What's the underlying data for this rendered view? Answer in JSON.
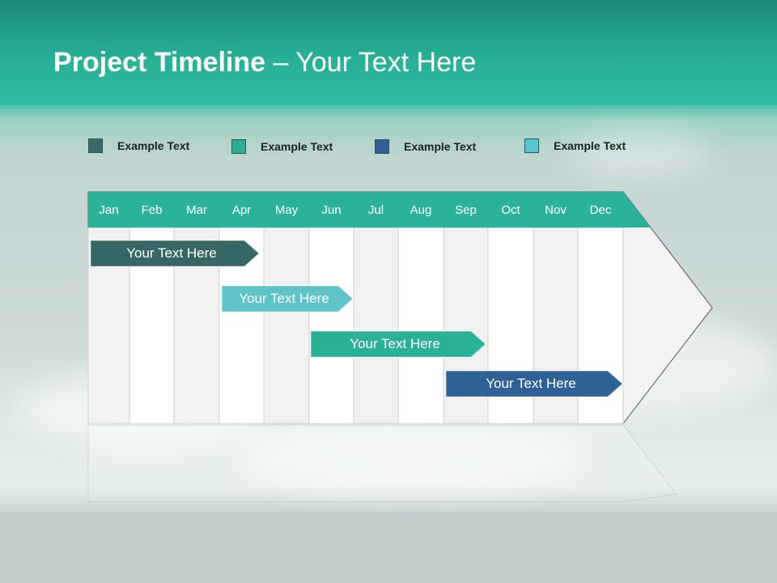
{
  "slide": {
    "title_bold": "Project Timeline",
    "title_rest": " – Your Text Here"
  },
  "legend": [
    {
      "label": "Example Text",
      "color": "#3a6b68"
    },
    {
      "label": "Example Text",
      "color": "#2aae97"
    },
    {
      "label": "Example Text",
      "color": "#2f5f97"
    },
    {
      "label": "Example Text",
      "color": "#58c4cc"
    }
  ],
  "months": [
    "Jan",
    "Feb",
    "Mar",
    "Apr",
    "May",
    "Jun",
    "Jul",
    "Aug",
    "Sep",
    "Oct",
    "Nov",
    "Dec"
  ],
  "bars": [
    {
      "label": "Your  Text Here",
      "color": "#356765"
    },
    {
      "label": "Your  Text Here",
      "color": "#5ec4c9"
    },
    {
      "label": "Your  Text Here",
      "color": "#2bb195"
    },
    {
      "label": "Your  Text Here",
      "color": "#2e6297"
    }
  ],
  "colors": {
    "header_band": "#2bb39a",
    "arrow_fill": "#f3f3f3"
  }
}
